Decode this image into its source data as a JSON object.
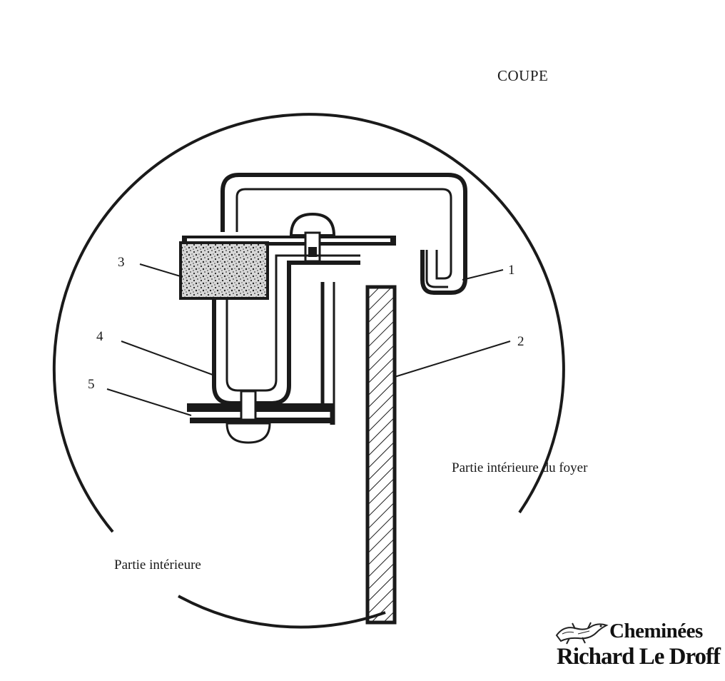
{
  "title": "COUPE",
  "callouts": {
    "n1": "1",
    "n2": "2",
    "n3": "3",
    "n4": "4",
    "n5": "5"
  },
  "regions": {
    "foyer": "Partie intérieure du foyer",
    "interieure": "Partie intérieure"
  },
  "logo": {
    "line1": "Cheminées",
    "line2": "Richard Le Droff",
    "icon": "salamander-icon"
  },
  "colors": {
    "ink": "#1a1a1a",
    "background": "#ffffff"
  }
}
